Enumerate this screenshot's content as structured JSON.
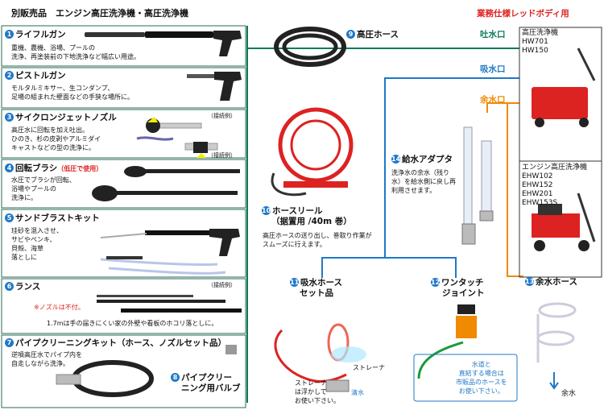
{
  "header": {
    "left_title": "別販売品　エンジン高圧洗浄機・高圧洗浄機",
    "right_title": "業務仕様レッドボディ用"
  },
  "ports": {
    "discharge": "吐水口",
    "suction": "吸水口",
    "overflow": "余水口"
  },
  "products": [
    {
      "no": "1",
      "name": "ライフルガン",
      "desc": [
        "重機、農機、浴場、プールの",
        "洗浄、再塗装前の下地洗浄など幅広い用途。"
      ]
    },
    {
      "no": "2",
      "name": "ピストルガン",
      "desc": [
        "モルタルミキサー、生コンダンプ、",
        "足場の組まれた壁面などの手狭な場所に。"
      ]
    },
    {
      "no": "3",
      "name": "サイクロンジェットノズル",
      "desc": [
        "高圧水に回転を加え吐出。",
        "ひのき、杉の皮剥やアルミダイ",
        "キャストなどの型の洗浄に。"
      ],
      "note": "（接続例）"
    },
    {
      "no": "4",
      "name": "回転ブラシ",
      "tag": "（低圧で使用）",
      "desc": [
        "水圧でブラシが回転、",
        "浴場やプールの",
        "洗浄に。"
      ]
    },
    {
      "no": "5",
      "name": "サンドブラストキット",
      "desc": [
        "珪砂を混入させ、",
        "サビやペンキ、",
        "貝殻、海草",
        "落としに"
      ]
    },
    {
      "no": "6",
      "name": "ランス",
      "note": "（接続例）",
      "warning": "※ノズルは不付。",
      "desc": [
        "1.7mは手の届きにくい家の外壁や看板のホコリ落としに。"
      ]
    },
    {
      "no": "7",
      "name": "パイプクリーニングキット（ホース、ノズルセット品）",
      "desc": [
        "逆噴高圧水でパイプ内を",
        "自走しながら洗浄。"
      ]
    },
    {
      "no": "8",
      "name": "パイプクリー",
      "name2": "ニング用バルブ"
    },
    {
      "no": "9",
      "name": "高圧ホース"
    },
    {
      "no": "10",
      "name": "ホースリール",
      "name2": "（据置用 /40m 巻）",
      "desc": [
        "高圧ホースの送り出し、巻取り作業が",
        "スムーズに行えます。"
      ]
    },
    {
      "no": "11",
      "name": "吸水ホース",
      "name2": "セット品",
      "labels": [
        "ストレーナ",
        "ストレーナ",
        "は浮かして",
        "お使い下さい。",
        "清水"
      ]
    },
    {
      "no": "12",
      "name": "ワンタッチ",
      "name2": "ジョイント",
      "note": [
        "水道と",
        "直結する場合は",
        "市販品のホースを",
        "お使い下さい。"
      ]
    },
    {
      "no": "13",
      "name": "余水ホース",
      "label": "余水"
    },
    {
      "no": "14",
      "name": "給水アダプタ",
      "desc": [
        "洗浄水の余水（残り",
        "水）を給水側に戻し再",
        "利用させます。"
      ]
    }
  ],
  "machines": [
    {
      "title": "高圧洗浄機",
      "models": [
        "HW701",
        "HW150"
      ]
    },
    {
      "title": "エンジン高圧洗浄機",
      "models": [
        "EHW102",
        "EHW152",
        "EHW201",
        "EHW153S"
      ]
    }
  ],
  "colors": {
    "green": "#0b7a5a",
    "blue": "#1f78c8",
    "orange": "#f08a00",
    "red": "#d22222"
  }
}
